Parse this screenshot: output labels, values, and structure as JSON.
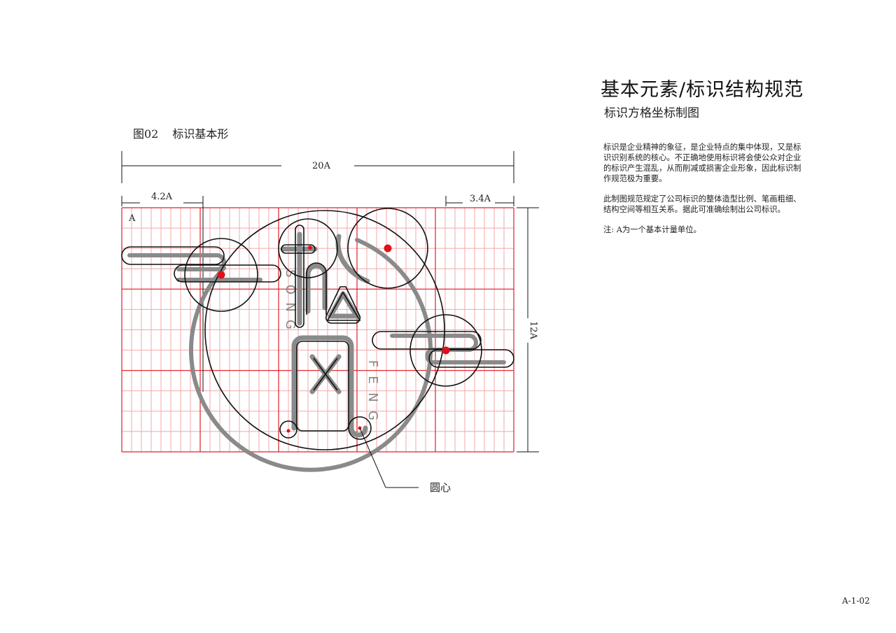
{
  "header": {
    "title": "基本元素/标识结构规范",
    "subtitle": "标识方格坐标制图"
  },
  "description": {
    "para1": "标识是企业精神的象征，是企业特点的集中体现，又是标识识别系统的核心。不正确地使用标识将会使公众对企业的标识产生混乱，从而削减或损害企业形象，因此标识制作规范极为重要。",
    "para2": "此制图规范规定了公司标识的整体造型比例、笔画粗细、结构空间等相互关系。据此可准确绘制出公司标识。",
    "note": "注: A为一个基本计量单位。"
  },
  "figure": {
    "number": "图02",
    "caption": "标识基本形"
  },
  "dimensions": {
    "total_width": "20A",
    "left_offset": "4.2A",
    "right_offset": "3.4A",
    "height": "12A",
    "unit_cell": "A"
  },
  "logo": {
    "vertical_letters_left": [
      "S",
      "O",
      "N",
      "G"
    ],
    "vertical_letters_right": [
      "F",
      "E",
      "N",
      "G"
    ]
  },
  "callout": {
    "label": "圆心"
  },
  "colors": {
    "grid_fine": "#f2a8ab",
    "grid_major": "#e0202a",
    "center_dot": "#e0101a",
    "logo_stroke": "#8a8a8a",
    "construction": "#111111"
  },
  "page": {
    "number": "A-1-02"
  }
}
